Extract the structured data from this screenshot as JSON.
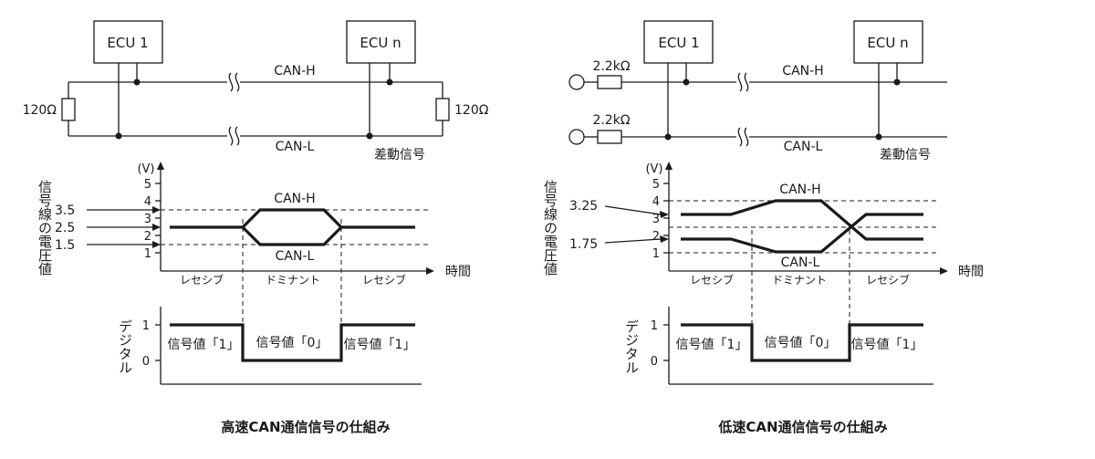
{
  "ecu_first": "ECU 1",
  "ecu_last": "ECU n",
  "can_h": "CAN-H",
  "can_l": "CAN-L",
  "resistor_high": "120Ω",
  "resistor_low": "2.2kΩ",
  "differential_label": "差動信号",
  "volt_unit": "(V)",
  "voltage_axis_label": "信号線の電圧値",
  "digital_axis_label": "デジタル",
  "time_label": "時間",
  "recessive": "レセシブ",
  "dominant": "ドミナント",
  "signal_value_1": "信号値「1」",
  "signal_value_0": "信号値「0」",
  "volt_ticks": [
    "1",
    "2",
    "3",
    "4",
    "5"
  ],
  "digital_ticks": [
    "0",
    "1"
  ],
  "high_speed": {
    "title": "高速CAN通信信号の仕組み",
    "level_labels": [
      "3.5",
      "2.5",
      "1.5"
    ]
  },
  "low_speed": {
    "title": "低速CAN通信信号の仕組み",
    "level_labels": [
      "3.25",
      "1.75"
    ]
  }
}
